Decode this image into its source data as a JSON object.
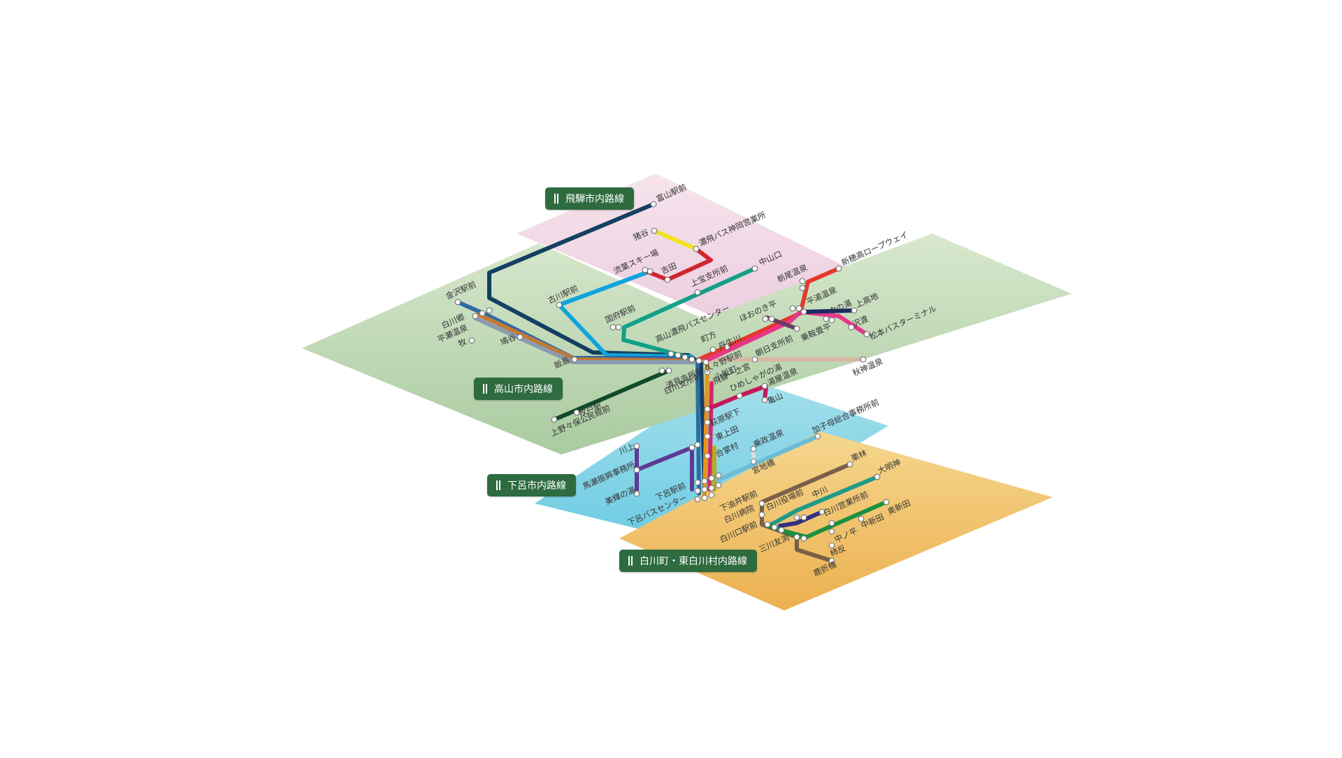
{
  "map": {
    "regions": [
      {
        "id": "hida",
        "button_label": "飛騨市内路線",
        "color": "#f2dce6"
      },
      {
        "id": "takayama",
        "button_label": "高山市内路線",
        "color": "#c3d9b5"
      },
      {
        "id": "gero",
        "button_label": "下呂市内路線",
        "color": "#7fcfe2"
      },
      {
        "id": "shirakawa",
        "button_label": "白川町・東白川村内路線",
        "color": "#efc36c"
      }
    ],
    "stations": {
      "toyama": "富山駅前",
      "inotani": "猪谷",
      "nohi_kamioka": "濃飛バス神岡営業所",
      "ryuka": "流葉スキー場",
      "yoshida": "吉田",
      "kamitakara": "上宝支所前",
      "nakayamaguchi": "中山口",
      "furukawa": "古川駅前",
      "kokufu": "国府駅前",
      "takayama_nohi": "高山濃飛バスセンター",
      "kanazawa": "金沢駅前",
      "shirakawago": "白川郷",
      "hirase": "平瀬温泉",
      "maki": "牧",
      "hatogaya": "鳩谷",
      "iijima": "飯島",
      "machikata": "町方",
      "tanbagawa": "丹生川",
      "asahi": "朝日支所前",
      "akigami": "秋神温泉",
      "kuguno": "久々野駅前",
      "hoonoki": "ほおのき平",
      "tochio": "栃尾温泉",
      "shinhotaka": "新穂高ロープウェイ",
      "hirayu": "平湯温泉",
      "kamikochi": "上高地",
      "nakanoyu": "中の湯",
      "norikura": "乗鞍畳平",
      "sawando": "沢渡",
      "matsumoto": "松本バスターミナル",
      "kiyomi": "清見支所前",
      "hida_ichinomiya": "飛騨一之宮",
      "shirakawa_kanbe": "白川支所前",
      "makido": "牧戸駅",
      "ryokan": "上野々保公民館前",
      "osaka": "小坂町",
      "himeshaga": "ひめしゃがの湯",
      "yuya": "湯屋温泉",
      "kamiyama": "亀山",
      "hagiwara": "萩原駅下",
      "higashiueda": "東上田",
      "gassho": "合掌村",
      "kawaue": "川上",
      "mazegawa": "馬瀬振興事務所",
      "bijin": "美輝の湯",
      "nomura": "乗政温泉",
      "miyachi": "宮地橋",
      "kaneyama": "加子母総合事務所前",
      "gero_st": "下呂駅前",
      "gero_bc": "下呂バスセンター",
      "kuri": "栗林",
      "daimyojin": "大明神",
      "shimoyui": "下油井駅前",
      "shirakawa_hosp": "白川病院",
      "shirakawa_yakuba": "白川役場前",
      "nakagawa": "中川",
      "shirakawa_eigyo": "白川営業所前",
      "okushinden": "奥新田",
      "nakashinden": "中新田",
      "shirakawaguchi": "白川口駅前",
      "mikawa": "三川友渕",
      "nakanohira": "中ノ平",
      "kakiyasu": "柿反",
      "kagamiori": "鹿折橋"
    }
  }
}
